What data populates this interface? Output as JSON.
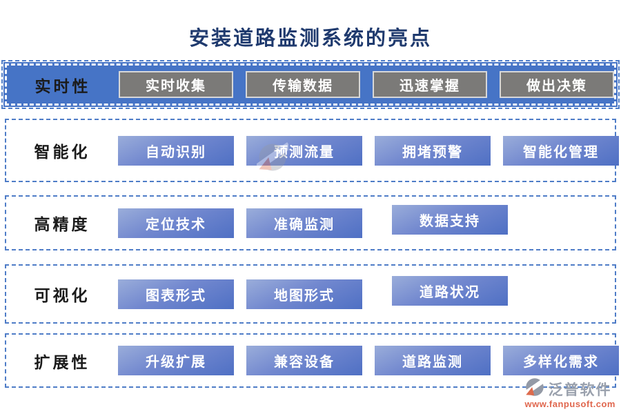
{
  "title": "安装道路监测系统的亮点",
  "rows": [
    {
      "label": "实时性",
      "style": "highlight",
      "buttons": [
        "实时收集",
        "传输数据",
        "迅速掌握",
        "做出决策"
      ]
    },
    {
      "label": "智能化",
      "buttons": [
        "自动识别",
        "预测流量",
        "拥堵预警",
        "智能化管理"
      ]
    },
    {
      "label": "高精度",
      "buttons": [
        "定位技术",
        "准确监测",
        "数据支持"
      ]
    },
    {
      "label": "可视化",
      "buttons": [
        "图表形式",
        "地图形式",
        "道路状况"
      ]
    },
    {
      "label": "扩展性",
      "buttons": [
        "升级扩展",
        "兼容设备",
        "道路监测",
        "多样化需求"
      ]
    }
  ],
  "footer": {
    "brand": "泛普软件",
    "website": "www.fanpusoft.com"
  },
  "colors": {
    "highlight_row_blue": "#4674c6",
    "dashed_border_blue": "#4e7cc7",
    "button_gradient_light": "#9aadda",
    "button_gradient_dark": "#4f70c4",
    "gray_button": "#7b7a78",
    "title_text": "#1f3a6e",
    "brand_gray": "#9aa1ad",
    "brand_orange": "#e0674e"
  }
}
